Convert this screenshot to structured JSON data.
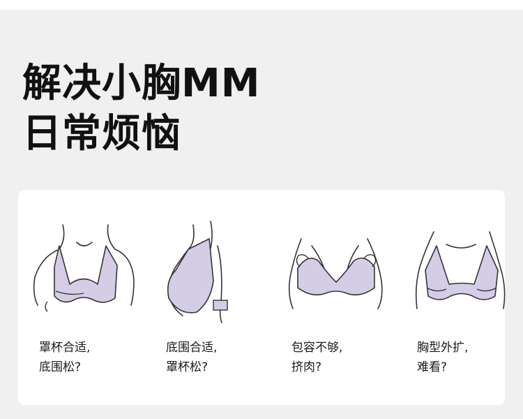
{
  "headline": {
    "line1": "解决小胸MM",
    "line2": "日常烦恼"
  },
  "colors": {
    "bra_fill": "#d5cde6",
    "outline": "#333333",
    "card_bg": "#ffffff",
    "page_bg": "#f0f0f0"
  },
  "panels": [
    {
      "icon": "bra-front-loose-cup-icon",
      "caption_line1": "罩杯合适,",
      "caption_line2": "底围松?"
    },
    {
      "icon": "bra-side-loose-cup-icon",
      "caption_line1": "底围合适,",
      "caption_line2": "罩杯松?"
    },
    {
      "icon": "bra-overflow-icon",
      "caption_line1": "包容不够,",
      "caption_line2": "挤肉?"
    },
    {
      "icon": "bra-spread-shape-icon",
      "caption_line1": "胸型外扩,",
      "caption_line2": "难看?"
    }
  ]
}
